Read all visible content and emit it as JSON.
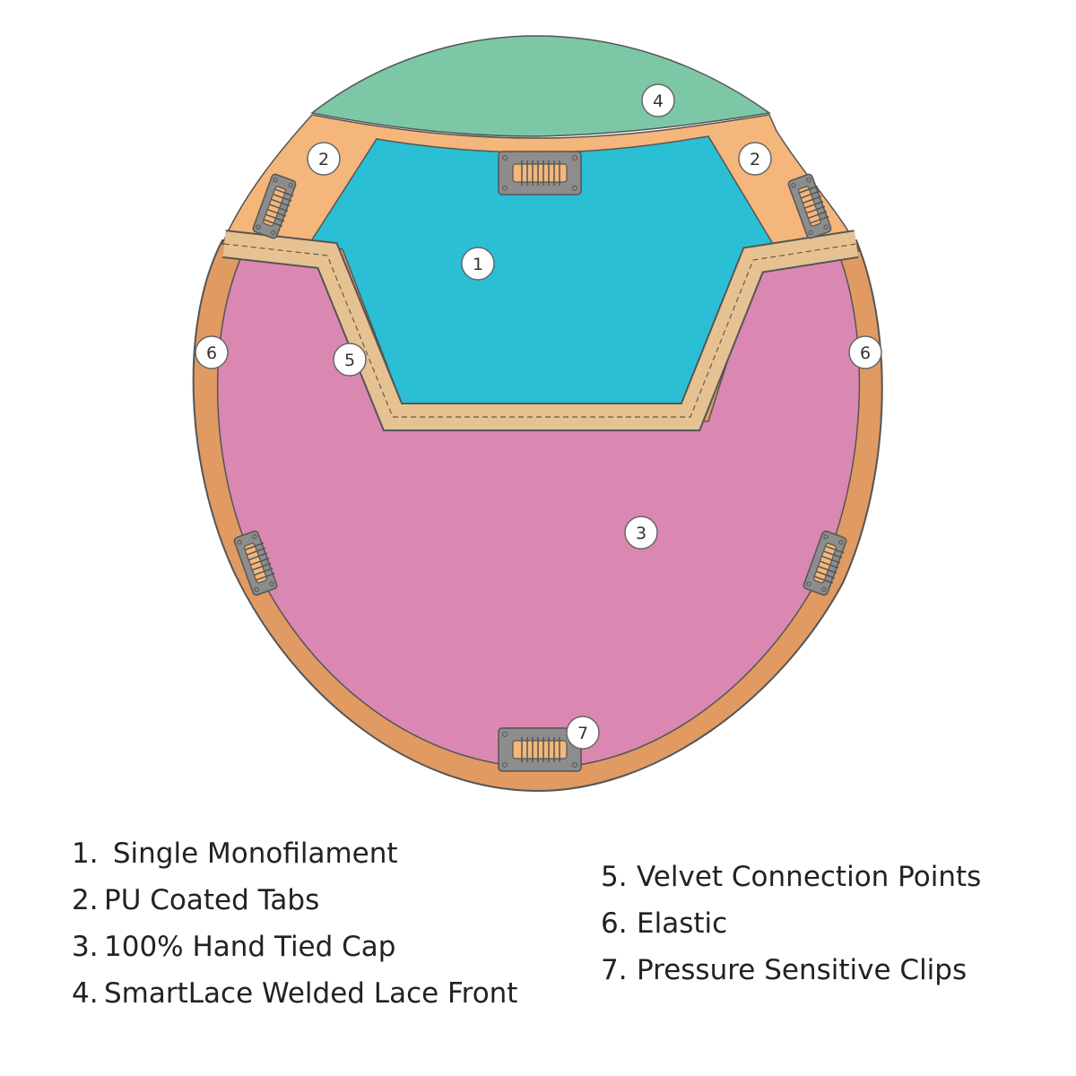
{
  "diagram": {
    "regions": [
      {
        "id": "1",
        "color": "#2abfd4"
      },
      {
        "id": "2",
        "color": "#f4b67a"
      },
      {
        "id": "3",
        "color": "#da88b2"
      },
      {
        "id": "4",
        "color": "#7cc8a6"
      },
      {
        "id": "5",
        "color": "#e6c293"
      },
      {
        "id": "6",
        "color": "#e09a62"
      },
      {
        "id": "7",
        "color": "#8d8d8d"
      }
    ],
    "markers": [
      "1",
      "2",
      "2",
      "3",
      "4",
      "5",
      "6",
      "6",
      "7"
    ]
  },
  "legend": {
    "left": [
      {
        "num": "1.",
        "text": "Single Monofilament"
      },
      {
        "num": "2.",
        "text": "PU Coated Tabs"
      },
      {
        "num": "3.",
        "text": "100% Hand Tied Cap"
      },
      {
        "num": "4.",
        "text": "SmartLace Welded Lace Front"
      }
    ],
    "right": [
      {
        "num": "5.",
        "text": "Velvet Connection Points"
      },
      {
        "num": "6.",
        "text": "Elastic"
      },
      {
        "num": "7.",
        "text": "Pressure Sensitive Clips"
      }
    ]
  }
}
